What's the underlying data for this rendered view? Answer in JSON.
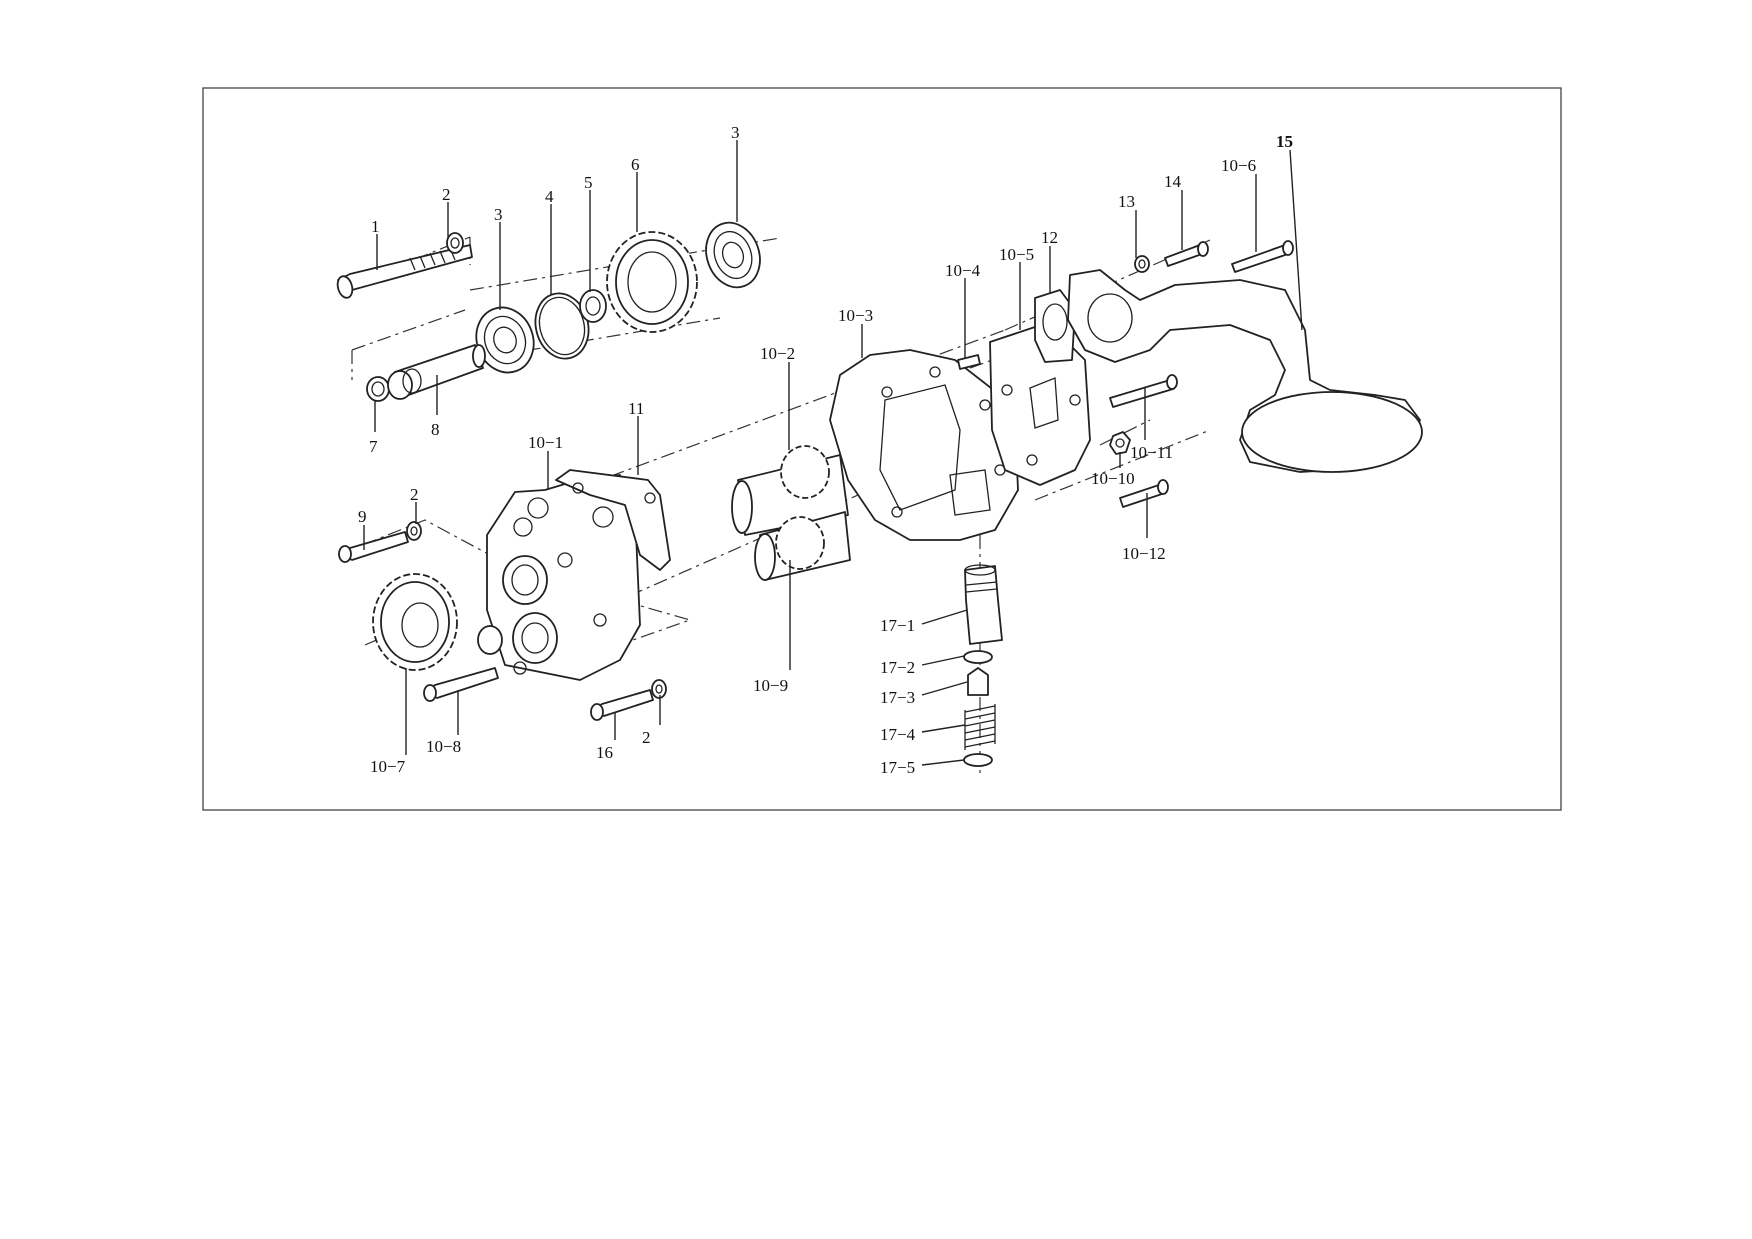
{
  "diagram": {
    "labels": [
      {
        "id": "l1",
        "text": "1"
      },
      {
        "id": "l2a",
        "text": "2"
      },
      {
        "id": "l3a",
        "text": "3"
      },
      {
        "id": "l4",
        "text": "4"
      },
      {
        "id": "l5",
        "text": "5"
      },
      {
        "id": "l6",
        "text": "6"
      },
      {
        "id": "l3b",
        "text": "3"
      },
      {
        "id": "l7",
        "text": "7"
      },
      {
        "id": "l8",
        "text": "8"
      },
      {
        "id": "l10_1",
        "text": "10−1"
      },
      {
        "id": "l11",
        "text": "11"
      },
      {
        "id": "l9",
        "text": "9"
      },
      {
        "id": "l2b",
        "text": "2"
      },
      {
        "id": "l10_2",
        "text": "10−2"
      },
      {
        "id": "l10_3",
        "text": "10−3"
      },
      {
        "id": "l10_4",
        "text": "10−4"
      },
      {
        "id": "l10_5",
        "text": "10−5"
      },
      {
        "id": "l12",
        "text": "12"
      },
      {
        "id": "l13",
        "text": "13"
      },
      {
        "id": "l14",
        "text": "14"
      },
      {
        "id": "l10_6",
        "text": "10−6"
      },
      {
        "id": "l15",
        "text": "15"
      },
      {
        "id": "l10_11",
        "text": "10−11"
      },
      {
        "id": "l10_10",
        "text": "10−10"
      },
      {
        "id": "l10_12",
        "text": "10−12"
      },
      {
        "id": "l10_9",
        "text": "10−9"
      },
      {
        "id": "l10_7",
        "text": "10−7"
      },
      {
        "id": "l10_8",
        "text": "10−8"
      },
      {
        "id": "l16",
        "text": "16"
      },
      {
        "id": "l2c",
        "text": "2"
      },
      {
        "id": "l17_1",
        "text": "17−1"
      },
      {
        "id": "l17_2",
        "text": "17−2"
      },
      {
        "id": "l17_3",
        "text": "17−3"
      },
      {
        "id": "l17_4",
        "text": "17−4"
      },
      {
        "id": "l17_5",
        "text": "17−5"
      }
    ]
  }
}
